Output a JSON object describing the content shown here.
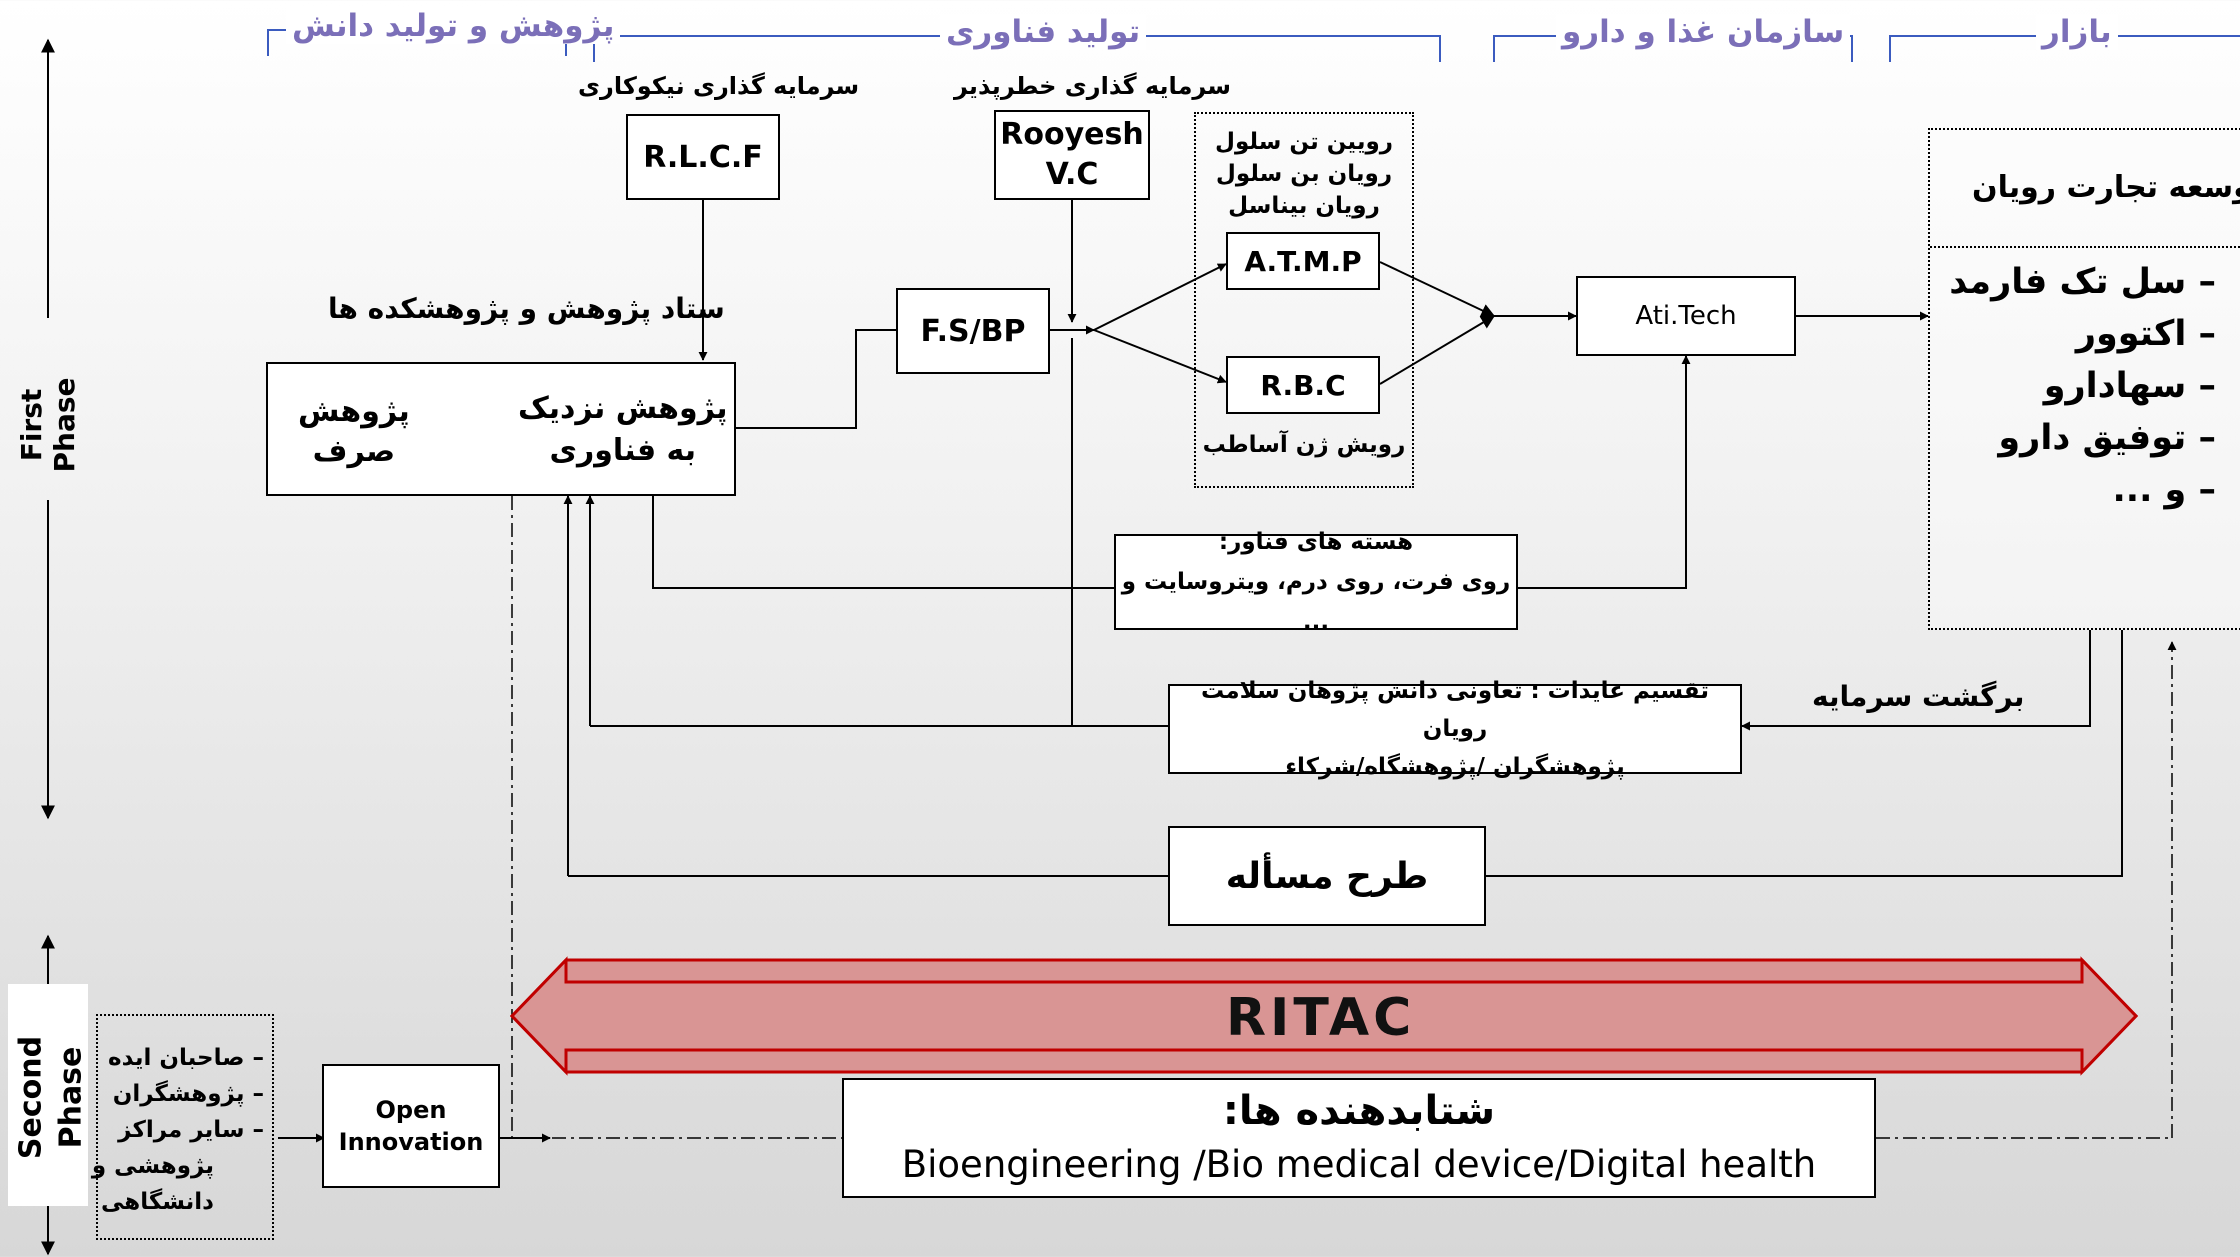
{
  "sections": {
    "research": "پژوهش و تولید دانش",
    "tech": "تولید فناوری",
    "fda": "سازمان غذا و دارو",
    "market": "بازار"
  },
  "phases": {
    "first": "First Phase",
    "second_line1": "Second",
    "second_line2": "Phase"
  },
  "investors": {
    "rlcf_caption": "سرمایه گذاری نیکوکاری",
    "rooyesh_caption": "سرمایه گذاری خطرپذیر"
  },
  "boxes": {
    "rlcf": "R.L.C.F",
    "rooyesh_line1": "Rooyesh",
    "rooyesh_line2": "V.C",
    "fsbp": "F.S/BP",
    "atmp": "A.T.M.P",
    "rbc": "R.B.C",
    "atitech": "Ati.Tech",
    "open_line1": "Open",
    "open_line2": "Innovation"
  },
  "research_hq": "ستاد پژوهش و پژوهشکده ها",
  "research_box": {
    "pure_line1": "پژوهش",
    "pure_line2": "صرف",
    "applied_line1": "پژوهش نزدیک",
    "applied_line2": "به فناوری"
  },
  "atmp_group": {
    "line1": "رویین تن سلول",
    "line2": "رویان بن سلول",
    "line3": "رویان بیناسل"
  },
  "rbc_caption": "رویش ژن آساطب",
  "tech_cores": {
    "line1": "هسته های فناور:",
    "line2": "روی فرت، روی درم، ویتروسایت و ..."
  },
  "market_box": {
    "header": "توسعه تجارت رویان",
    "items": [
      "– سل تک فارمد",
      "– اکتوور",
      "– سهادارو",
      "– توفیق دارو",
      "– و ..."
    ]
  },
  "capital_return": "برگشت سرمایه",
  "revenue_share": {
    "line1": "تقسیم عایدات : تعاونی دانش پژوهان سلامت رویان",
    "line2": "پژوهشگران /پژوهشگاه/شرکاء"
  },
  "problem": "طرح مسأله",
  "ritac_logo": "RITAC",
  "idea_sources": {
    "items": [
      "– صاحبان ایده",
      "– پژوهشگران",
      "– سایر مراکز",
      "پژوهشی و",
      "دانشگاهی"
    ]
  },
  "accelerators": {
    "title": "شتابدهنده ها:",
    "fields": "Bioengineering /Bio medical device/Digital health"
  },
  "colors": {
    "section_text": "#7b6fb8",
    "ritac_arrow_fill": "#d99594",
    "ritac_arrow_stroke": "#c00000"
  }
}
